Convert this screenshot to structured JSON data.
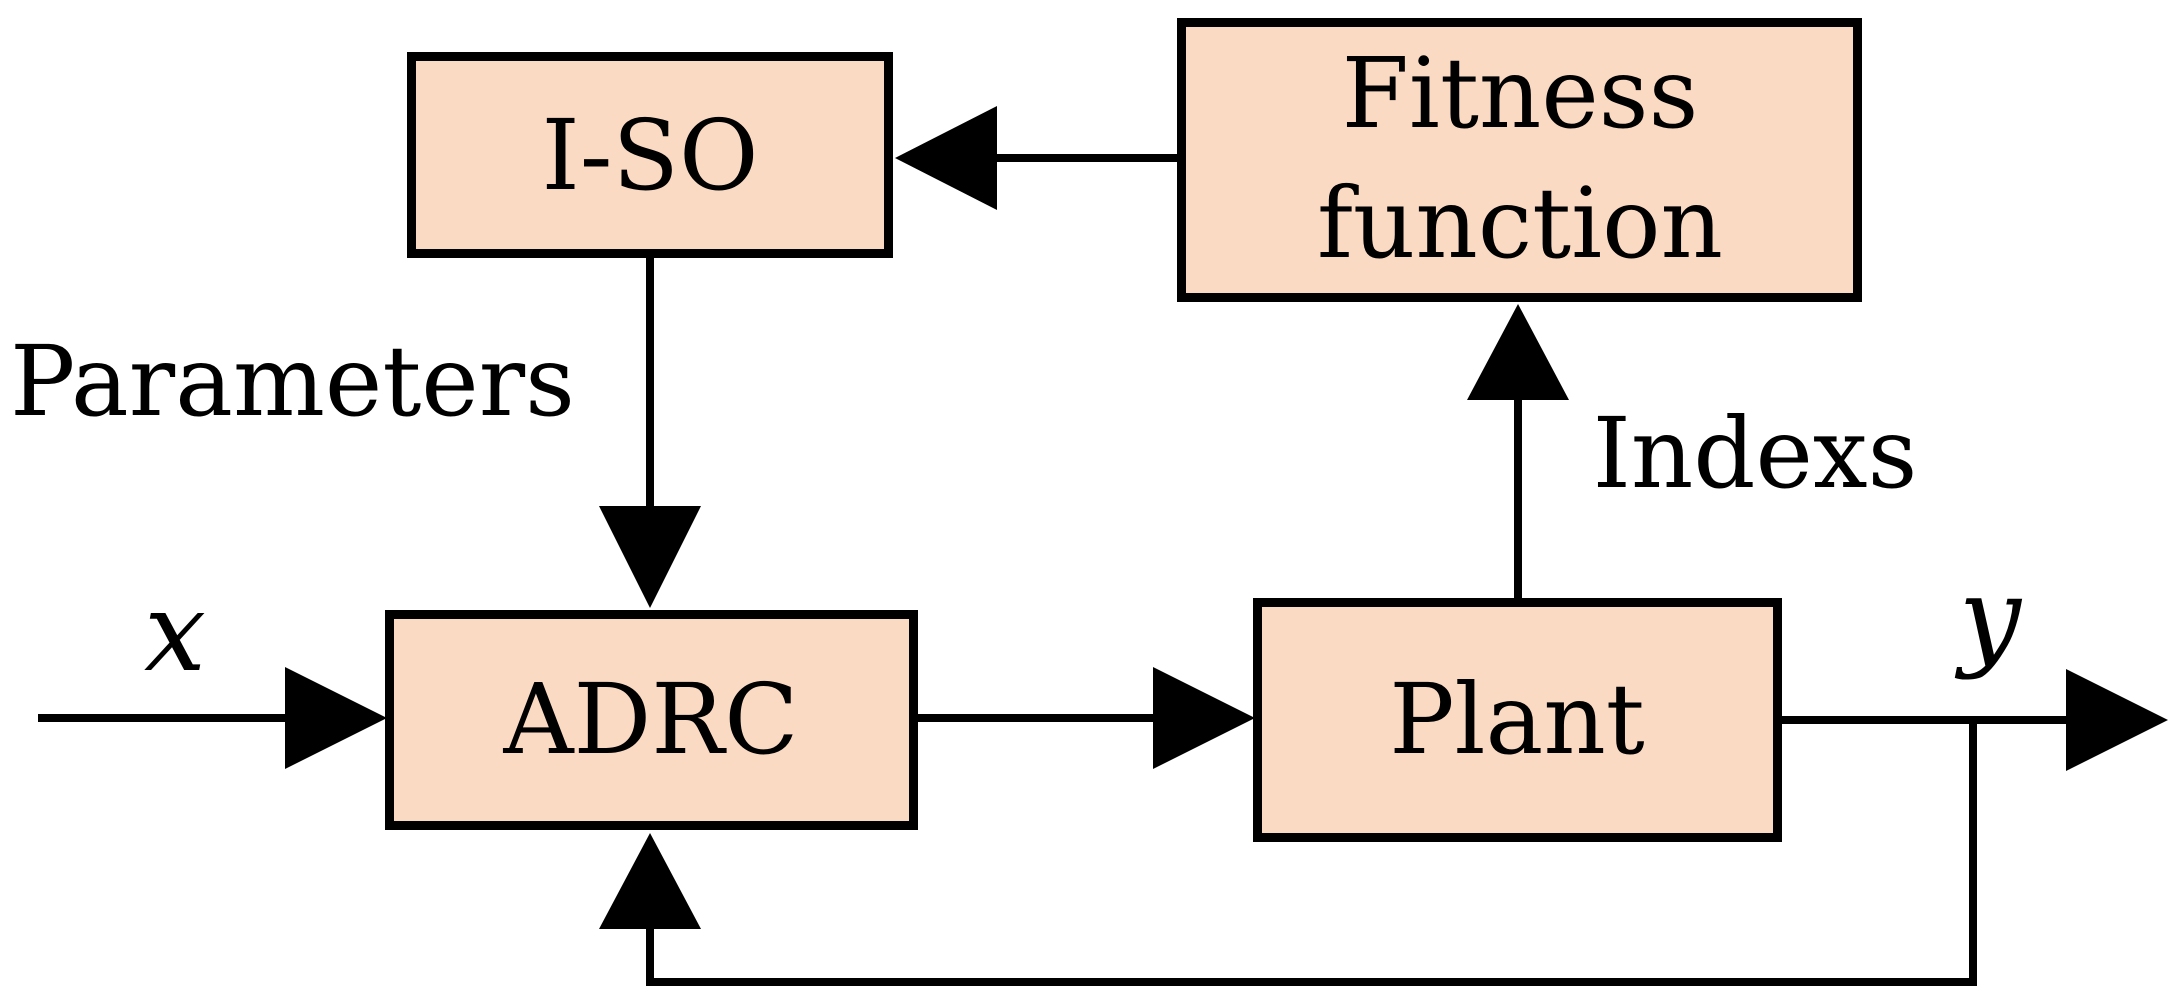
{
  "diagram": {
    "boxes": {
      "iso": {
        "label": "I-SO"
      },
      "fitness": {
        "label_line1": "Fitness",
        "label_line2": "function"
      },
      "adrc": {
        "label": "ADRC"
      },
      "plant": {
        "label": "Plant"
      }
    },
    "labels": {
      "parameters": "Parameters",
      "indexs": "Indexs",
      "input_signal": "x",
      "output_signal": "y"
    },
    "colors": {
      "background": "#FFFFFF",
      "box_fill": "#FBDAC3",
      "box_border": "#000000",
      "line": "#000000"
    }
  }
}
